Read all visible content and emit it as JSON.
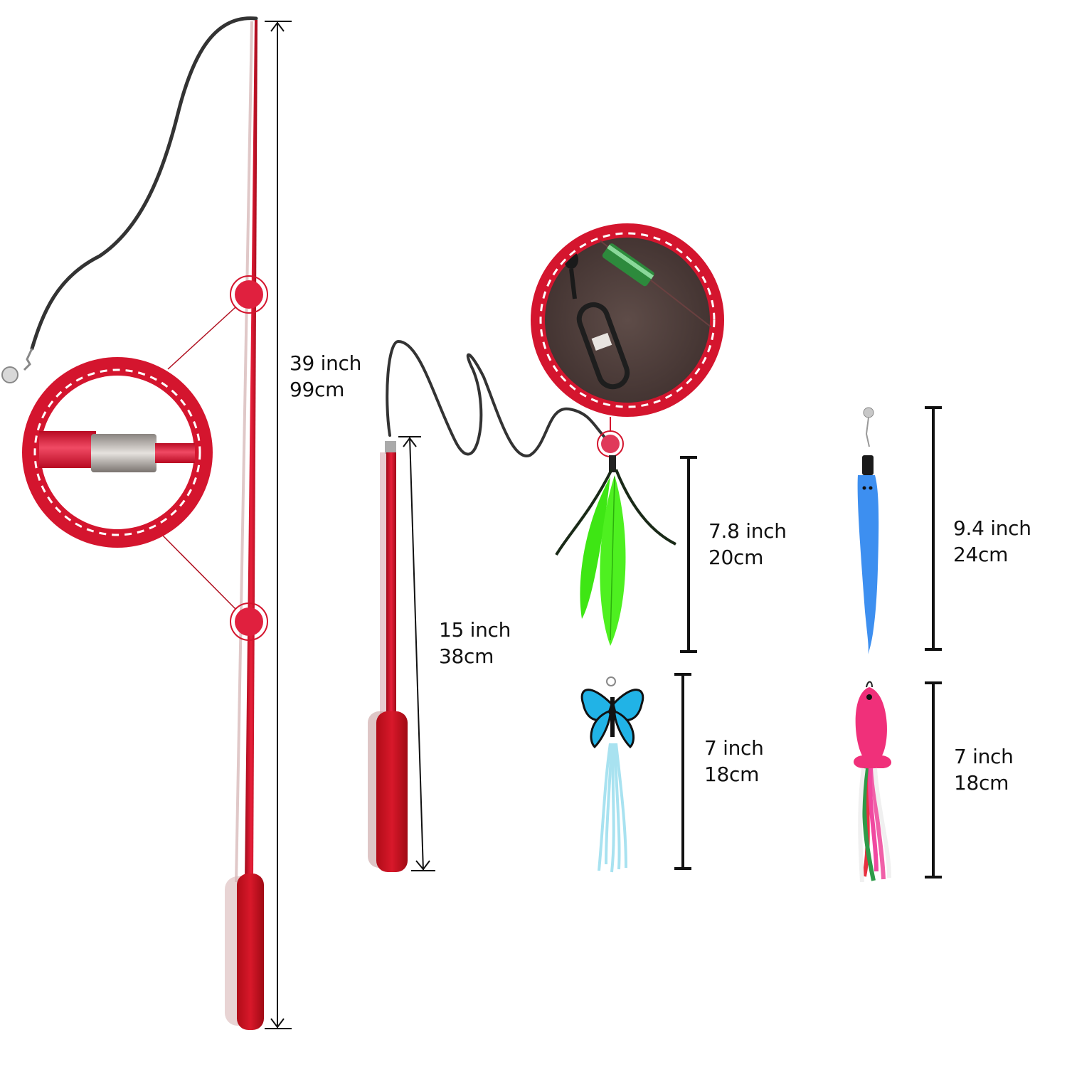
{
  "colors": {
    "rod_red": "#d0102a",
    "handle_red": "#c8141e",
    "badge_red": "#d4152e",
    "cord": "#333333",
    "feather_green": "#3ee614",
    "worm_blue": "#3d8ff0",
    "butterfly_blue": "#21b3e6",
    "fish_pink": "#f0307a",
    "ribbon_blue": "#a8e2f0"
  },
  "items": [
    {
      "name": "long-wand",
      "inch": "39 inch",
      "cm": "99cm"
    },
    {
      "name": "short-wand",
      "inch": "15 inch",
      "cm": "38cm"
    },
    {
      "name": "feather-attachment",
      "inch": "7.8 inch",
      "cm": "20cm"
    },
    {
      "name": "worm-attachment",
      "inch": "9.4 inch",
      "cm": "24cm"
    },
    {
      "name": "butterfly-attachment",
      "inch": "7 inch",
      "cm": "18cm"
    },
    {
      "name": "fish-attachment",
      "inch": "7 inch",
      "cm": "18cm"
    }
  ]
}
